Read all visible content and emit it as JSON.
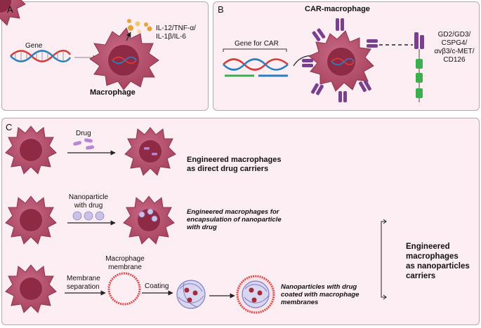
{
  "panel_a": {
    "label": "A",
    "gene_label": "Gene",
    "cytokines": [
      "IL-12/TNF-α/",
      "IL-1β/IL-6"
    ],
    "cell_label": "Macrophage"
  },
  "panel_b": {
    "label": "B",
    "title": "CAR-macrophage",
    "gene_label": "Gene for CAR",
    "targets": [
      "GD2/GD3/",
      "CSPG4/",
      "αvβ3/c-MET/",
      "CD126"
    ]
  },
  "panel_c": {
    "label": "C",
    "row1": {
      "reagent": "Drug",
      "caption": [
        "Engineered macrophages",
        "as direct drug carriers"
      ]
    },
    "row2": {
      "reagent": [
        "Nanoparticle",
        "with drug"
      ],
      "caption": [
        "Engineered macrophages for",
        "encapsulation of nanoparticle",
        "with drug"
      ]
    },
    "row3": {
      "step1": [
        "Membrane",
        "separation"
      ],
      "membrane_label": [
        "Macrophage",
        "membrane"
      ],
      "step2": "Coating",
      "caption": [
        "Nanoparticles with drug",
        "coated with macrophage",
        "membranes"
      ]
    },
    "group_label": [
      "Engineered",
      "macrophages",
      "as nanoparticles",
      "carriers"
    ]
  },
  "colors": {
    "panel_bg": "#fdeef3",
    "cell": "#b5506c",
    "nucleus": "#8e2a44",
    "dna_red": "#d93a3a",
    "dna_blue": "#2a7fc0",
    "car_purple": "#7b3f8f",
    "car_green": "#3dae4f",
    "membrane": "#e14a4a",
    "nanoparticle": "#7d7ec2"
  }
}
